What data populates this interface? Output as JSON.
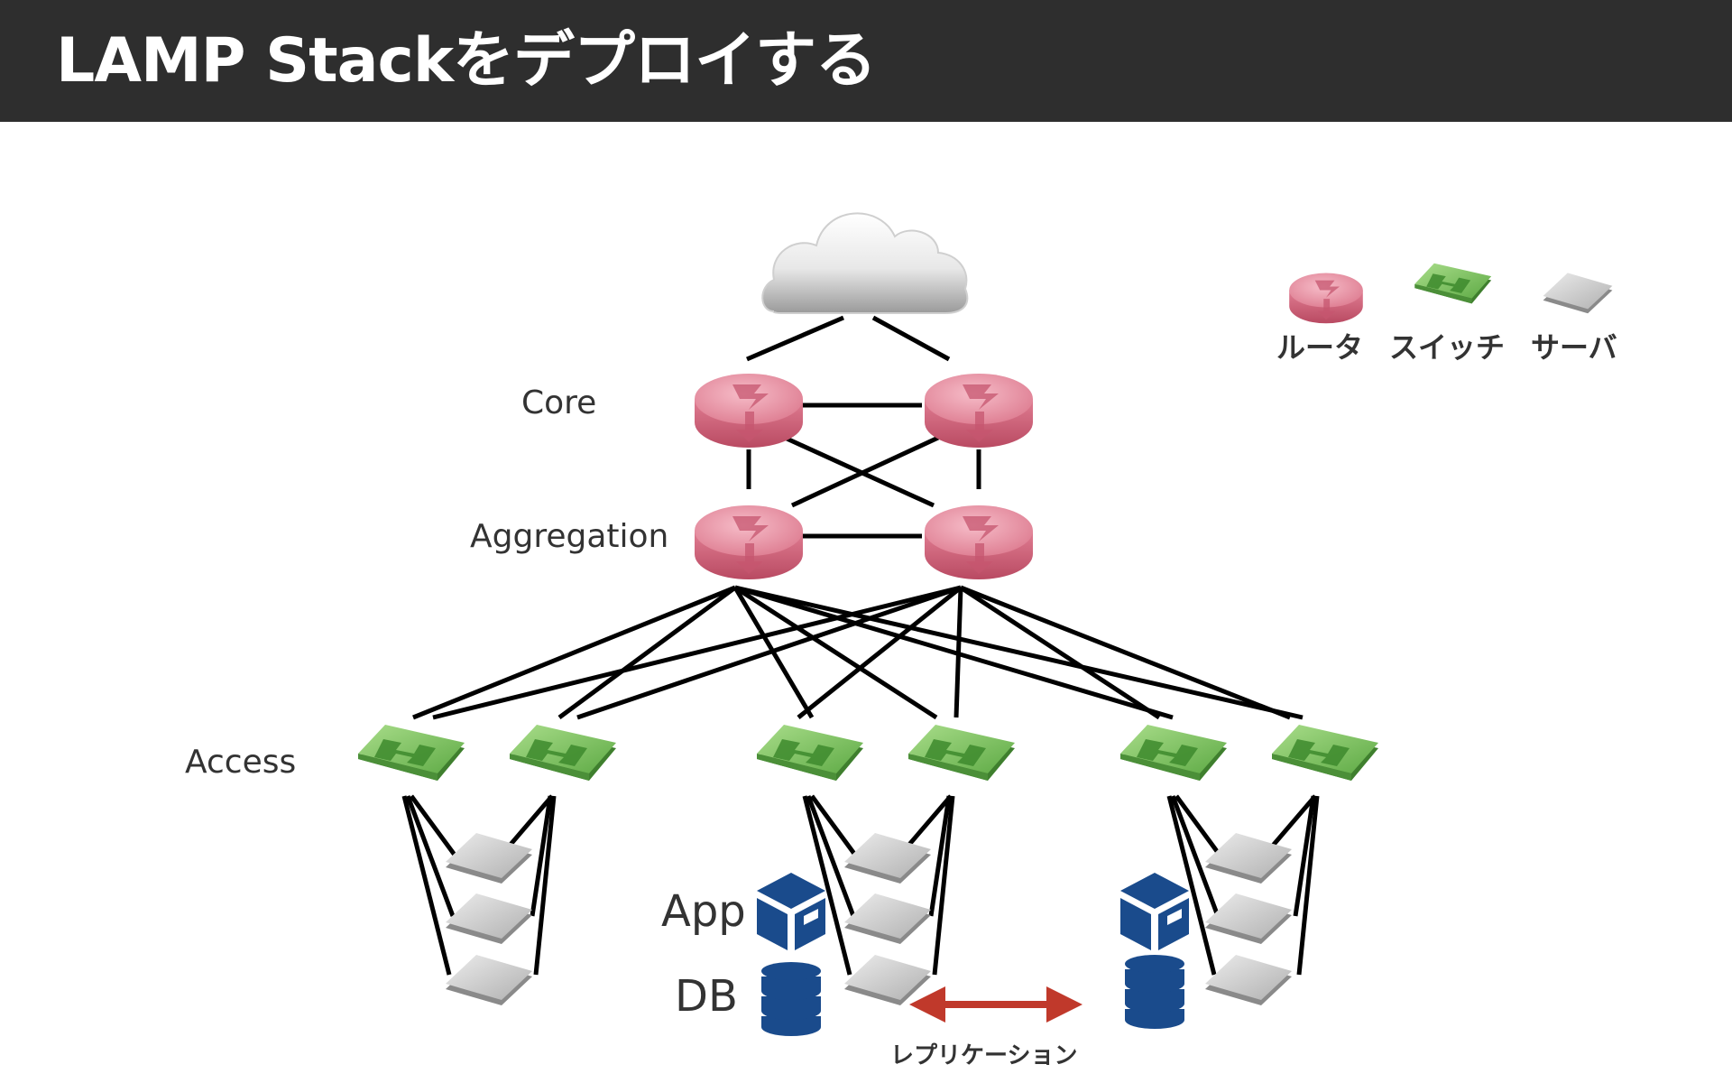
{
  "header": {
    "title": "LAMP Stackをデプロイする"
  },
  "tiers": {
    "core": "Core",
    "aggregation": "Aggregation",
    "access": "Access"
  },
  "legend": {
    "router": "ルータ",
    "switch": "スイッチ",
    "server": "サーバ"
  },
  "roles": {
    "app": "App",
    "db": "DB"
  },
  "replication": {
    "label": "レプリケーション"
  },
  "icons": {
    "cloud": "cloud-icon",
    "router": "router-icon",
    "switch": "switch-icon",
    "server": "server-icon",
    "app": "app-box-icon",
    "db": "database-icon",
    "arrow": "double-arrow-icon"
  },
  "colors": {
    "header_bg": "#2e2e2e",
    "router": "#d96a80",
    "switch": "#5daa46",
    "server": "#b4b4b4",
    "app_db": "#1a4b8c",
    "replication_arrow": "#c0392b",
    "link": "#000000"
  }
}
